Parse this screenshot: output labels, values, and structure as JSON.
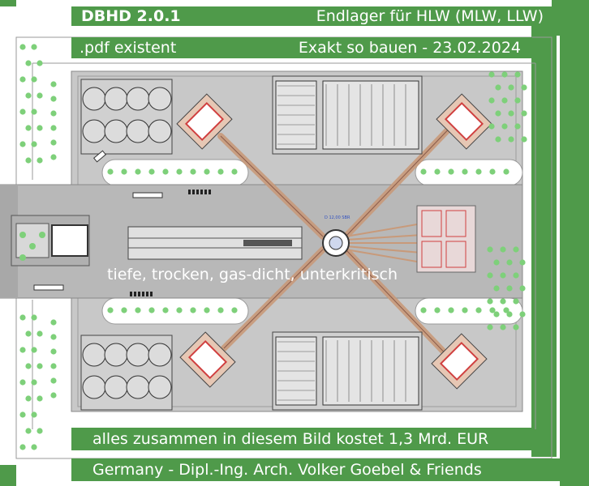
{
  "header": {
    "version": "DBHD 2.0.1",
    "subtitle": "Endlager für HLW (MLW, LLW)",
    "pdf_note": ".pdf existent",
    "build_note": "Exakt so bauen - 23.02.2024"
  },
  "plan": {
    "center_label": "tiefe, trocken, gas-dicht, unterkritisch",
    "shaft_label": "D 12,00 SBR"
  },
  "footer": {
    "cost_note": "alles zusammen in diesem Bild kostet 1,3 Mrd. EUR",
    "credits": "Germany - Dipl.-Ing. Arch. Volker Goebel & Friends"
  },
  "colors": {
    "frame_green": "#4f9a4a",
    "tree_green": "#7ed07a",
    "pad_grey": "#c8c8c8",
    "road_grey": "#b4b4b4",
    "tunnel_brown": "#c89a7a",
    "crane_red": "#d04040"
  },
  "icons": [
    "tree-dot-icon",
    "circular-tank-icon",
    "crane-icon",
    "shaft-icon",
    "truck-icon"
  ]
}
